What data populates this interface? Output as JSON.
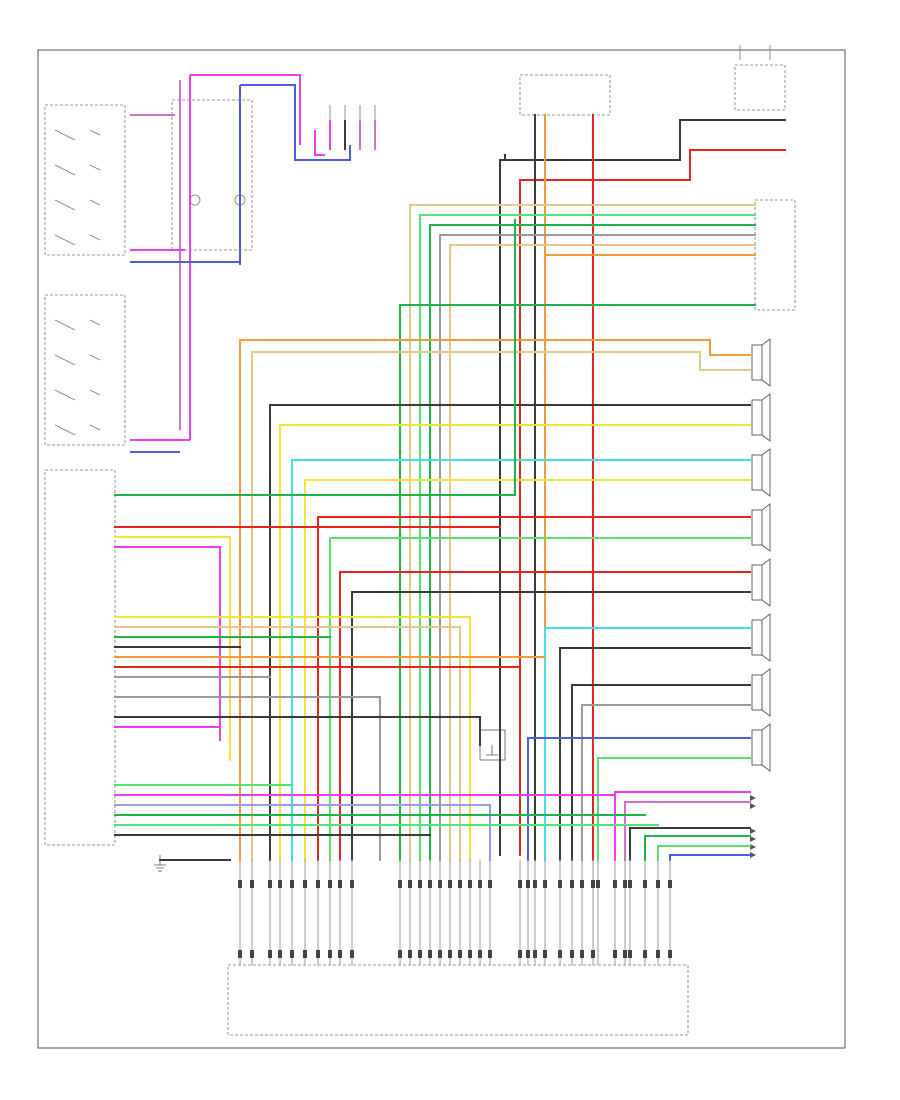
{
  "title": "",
  "footer_code": "",
  "labels": {},
  "colors": {
    "ground": "#3a3a3a",
    "power": "#e8231e",
    "pink": "#f03cf0",
    "violet": "#d070d0",
    "blue": "#4b5fd6",
    "light_blue": "#3fb3e8",
    "cyan": "#42e0e8",
    "green": "#20b34a",
    "light_green": "#58e070",
    "yellow": "#f2e437",
    "orange": "#f39a3b",
    "tan": "#e8c88a",
    "gray": "#9a9a9a",
    "lavender": "#9a9ae8",
    "frame": "#555555",
    "label_gray": "#9a9a9a"
  },
  "components": [
    {
      "id": "steering-wheel-switch-left"
    },
    {
      "id": "steering-wheel-switch-right"
    },
    {
      "id": "clockspring"
    },
    {
      "id": "radio"
    },
    {
      "id": "amplifier"
    },
    {
      "id": "left-front-door-speaker"
    },
    {
      "id": "left-front-tweeter"
    },
    {
      "id": "center-speaker"
    },
    {
      "id": "right-front-door-speaker"
    },
    {
      "id": "right-front-tweeter"
    },
    {
      "id": "left-rear-speaker"
    },
    {
      "id": "right-rear-speaker"
    },
    {
      "id": "subwoofer"
    },
    {
      "id": "rear-audio-connector"
    },
    {
      "id": "data-link-connector"
    },
    {
      "id": "antenna-module"
    },
    {
      "id": "ground-point"
    }
  ]
}
